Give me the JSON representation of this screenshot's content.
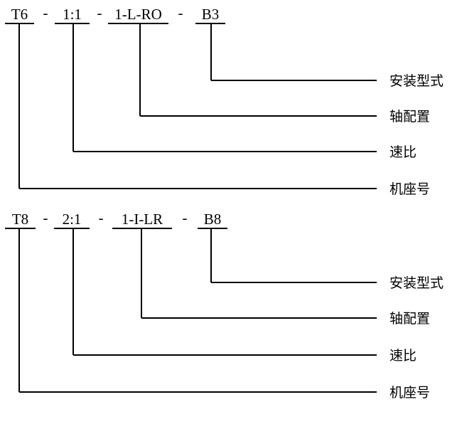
{
  "diagrams": [
    {
      "segments": [
        "T6",
        "1:1",
        "1-L-RO",
        "B3"
      ],
      "separator": "-",
      "labels": [
        "安装型式",
        "轴配置",
        "速比",
        "机座号"
      ]
    },
    {
      "segments": [
        "T8",
        "2:1",
        "1-I-LR",
        "B8"
      ],
      "separator": "-",
      "labels": [
        "安装型式",
        "轴配置",
        "速比",
        "机座号"
      ]
    }
  ]
}
